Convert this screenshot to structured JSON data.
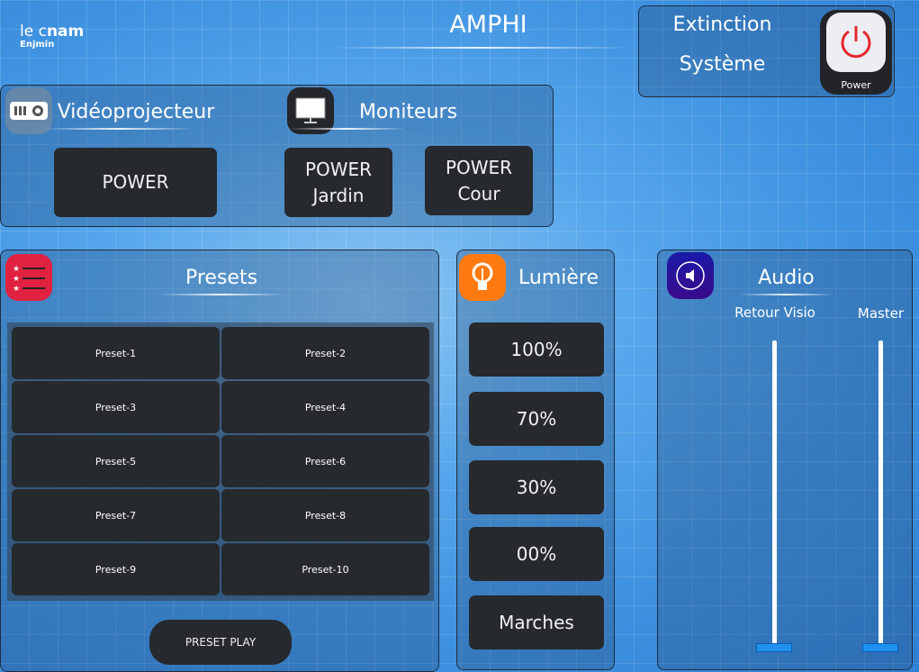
{
  "logo": {
    "line1_light": "le c",
    "line1_bold": "nam",
    "line2": "Enjmin"
  },
  "header": {
    "title": "AMPHI"
  },
  "system": {
    "label_line1": "Extinction",
    "label_line2": "Système",
    "power_label": "Power"
  },
  "video": {
    "title": "Vidéoprojecteur",
    "power": "POWER"
  },
  "monitors": {
    "title": "Moniteurs",
    "jardin_l1": "POWER",
    "jardin_l2": "Jardin",
    "cour_l1": "POWER",
    "cour_l2": "Cour"
  },
  "presets": {
    "title": "Presets",
    "items": [
      "Preset-1",
      "Preset-2",
      "Preset-3",
      "Preset-4",
      "Preset-5",
      "Preset-6",
      "Preset-7",
      "Preset-8",
      "Preset-9",
      "Preset-10"
    ],
    "play": "PRESET PLAY"
  },
  "light": {
    "title": "Lumière",
    "buttons": [
      "100%",
      "70%",
      "30%",
      "00%",
      "Marches"
    ]
  },
  "audio": {
    "title": "Audio",
    "sliders": [
      {
        "label": "Retour Visio",
        "level": 0
      },
      {
        "label": "Master",
        "level": 0
      }
    ]
  }
}
